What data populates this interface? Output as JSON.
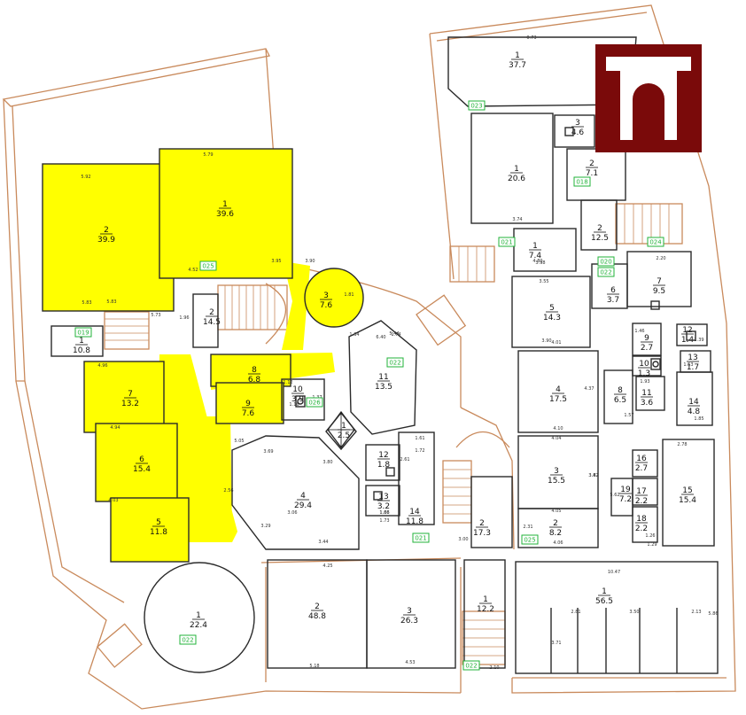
{
  "rooms": [
    {
      "num": "1",
      "area": "37.7"
    },
    {
      "num": "2",
      "area": "39.9"
    },
    {
      "num": "1",
      "area": "39.6"
    },
    {
      "num": "3",
      "area": "7.6"
    },
    {
      "num": "2",
      "area": "14.5"
    },
    {
      "num": "1",
      "area": "10.8"
    },
    {
      "num": "7",
      "area": "13.2"
    },
    {
      "num": "6",
      "area": "15.4"
    },
    {
      "num": "5",
      "area": "11.8"
    },
    {
      "num": "8",
      "area": "6.8"
    },
    {
      "num": "9",
      "area": "7.6"
    },
    {
      "num": "10",
      "area": "3.9"
    },
    {
      "num": "11",
      "area": "13.5"
    },
    {
      "num": "4",
      "area": "29.4"
    },
    {
      "num": "1",
      "area": "2.5"
    },
    {
      "num": "12",
      "area": "1.8"
    },
    {
      "num": "13",
      "area": "3.2"
    },
    {
      "num": "14",
      "area": "11.8"
    },
    {
      "num": "2",
      "area": "17.3"
    },
    {
      "num": "1",
      "area": "22.4"
    },
    {
      "num": "2",
      "area": "48.8"
    },
    {
      "num": "3",
      "area": "26.3"
    },
    {
      "num": "1",
      "area": "12.2"
    },
    {
      "num": "1",
      "area": "20.6"
    },
    {
      "num": "3",
      "area": "4.6"
    },
    {
      "num": "2",
      "area": "7.1"
    },
    {
      "num": "1",
      "area": "7.4"
    },
    {
      "num": "2",
      "area": "12.5"
    },
    {
      "num": "5",
      "area": "14.3"
    },
    {
      "num": "6",
      "area": "3.7"
    },
    {
      "num": "7",
      "area": "9.5"
    },
    {
      "num": "4",
      "area": "17.5"
    },
    {
      "num": "8",
      "area": "6.5"
    },
    {
      "num": "9",
      "area": "2.7"
    },
    {
      "num": "10",
      "area": "1.3"
    },
    {
      "num": "11",
      "area": "3.6"
    },
    {
      "num": "12",
      "area": "1.4"
    },
    {
      "num": "13",
      "area": "1.7"
    },
    {
      "num": "14",
      "area": "4.8"
    },
    {
      "num": "3",
      "area": "15.5"
    },
    {
      "num": "2",
      "area": "8.2"
    },
    {
      "num": "16",
      "area": "2.7"
    },
    {
      "num": "19",
      "area": "7.2"
    },
    {
      "num": "17",
      "area": "2.2"
    },
    {
      "num": "18",
      "area": "2.2"
    },
    {
      "num": "15",
      "area": "15.4"
    },
    {
      "num": "1",
      "area": "56.5"
    }
  ],
  "dims": [
    "5.92",
    "5.79",
    "5.83",
    "4.52",
    "5.73",
    "4.96",
    "4.94",
    "4.03",
    "3.69",
    "4.25",
    "3.44",
    "4.53",
    "5.05",
    "3.74",
    "3.98",
    "3.55",
    "4.01",
    "4.10",
    "4.04",
    "4.05",
    "4.06",
    "2.78",
    "5.18",
    "10.47",
    "3.00",
    "2.10",
    "3.90",
    "4.80",
    "1.61",
    "1.72",
    "1.73",
    "1.66",
    "3.95",
    "3.90",
    "5.83",
    "2.81",
    "3.50",
    "2.13",
    "5.86",
    "6.40",
    "5.44",
    "3.82",
    "2.31",
    "2.20",
    "0.73",
    "1.96",
    "1.81",
    "1.29",
    "1.93",
    "1.46",
    "1.53",
    "1.39",
    "1.85",
    "1.57",
    "1.12",
    "1.16",
    "1.88",
    "3.71",
    "4.37",
    "3.42",
    "2.61",
    "5.62",
    "1.34",
    "1.74",
    "1.26",
    "3.29",
    "2.56",
    "3.06",
    "3.80",
    "1.37"
  ],
  "tags": [
    "023",
    "018",
    "021",
    "020",
    "024",
    "022",
    "025",
    "019",
    "026",
    "021",
    "022",
    "022",
    "025",
    "022"
  ],
  "colors": {
    "wall": "#c98a5c",
    "room": "#2a2a2a",
    "highlight": "#ffff00",
    "tag": "#22b33a",
    "logo": "#7a0a0a"
  }
}
